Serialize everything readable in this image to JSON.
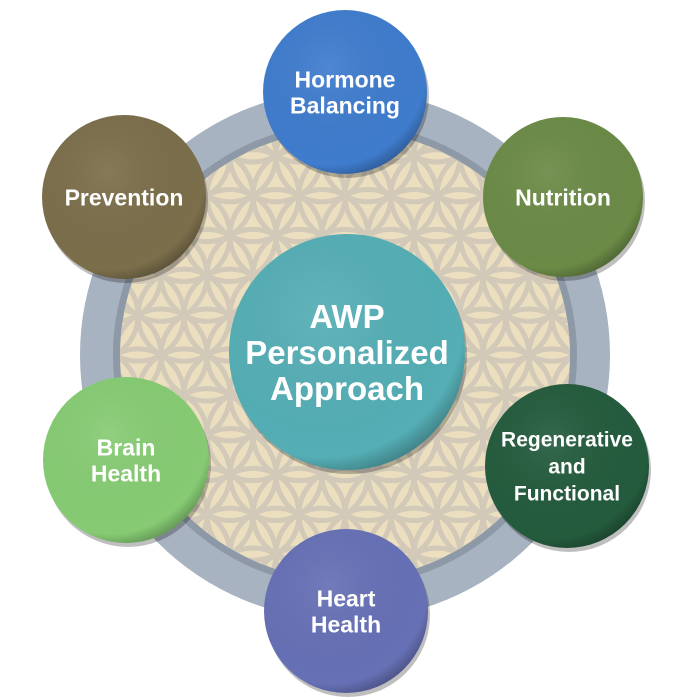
{
  "center": {
    "lines": [
      "AWP",
      "Personalized",
      "Approach"
    ],
    "color": "#55aeb5"
  },
  "nodes": [
    {
      "id": "hormone-balancing",
      "lines": [
        "Hormone",
        "Balancing"
      ],
      "color": "#3f7ccd"
    },
    {
      "id": "nutrition",
      "lines": [
        "Nutrition"
      ],
      "color": "#6b8a46"
    },
    {
      "id": "regenerative-and-functional",
      "lines": [
        "Regenerative",
        "and",
        "Functional"
      ],
      "color": "#245b3d"
    },
    {
      "id": "heart-health",
      "lines": [
        "Heart",
        "Health"
      ],
      "color": "#6670b5"
    },
    {
      "id": "brain-health",
      "lines": [
        "Brain",
        "Health"
      ],
      "color": "#86cb73"
    },
    {
      "id": "prevention",
      "lines": [
        "Prevention"
      ],
      "color": "#7b6e4b"
    }
  ],
  "colors": {
    "ring": "#a7b3c0",
    "ring_inner": "#8d99a6",
    "disc": "#ebdfbf",
    "pattern": "#d2c9b8"
  }
}
